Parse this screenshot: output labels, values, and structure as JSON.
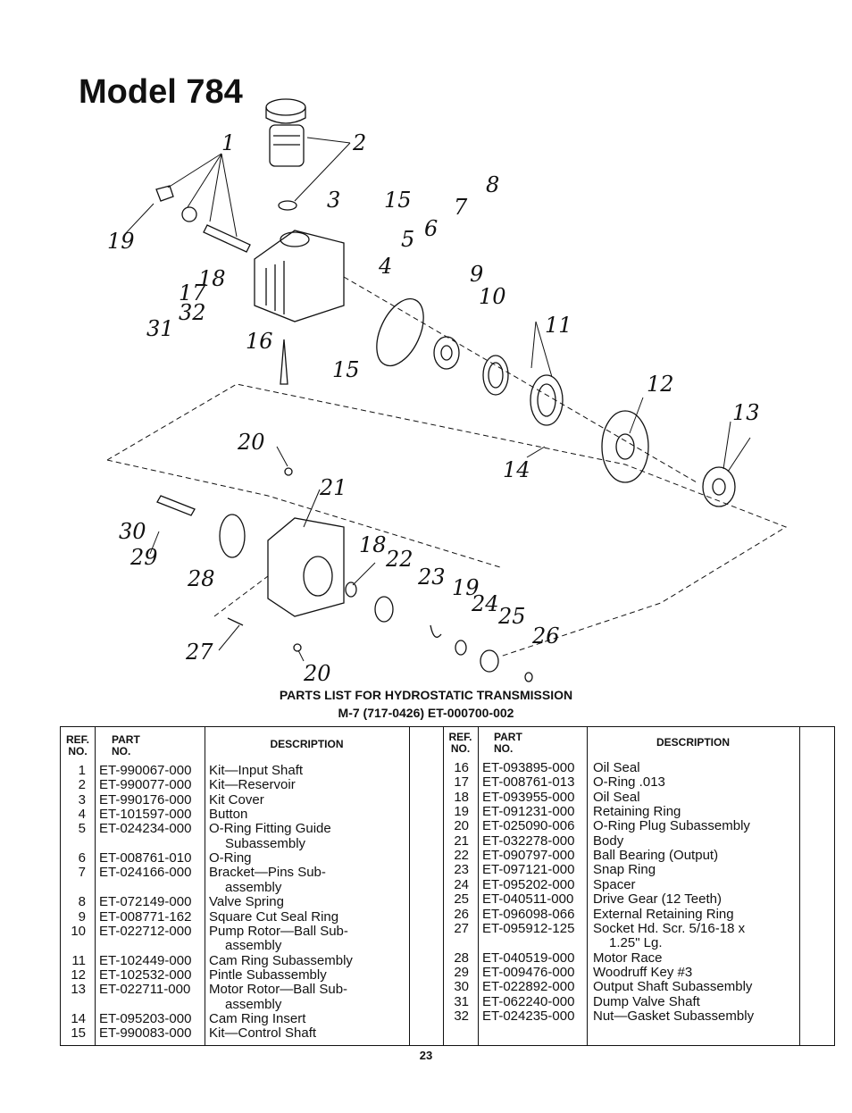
{
  "title": "Model 784",
  "diagram_labels": [
    "1",
    "2",
    "3",
    "15",
    "7",
    "8",
    "19",
    "5",
    "6",
    "4",
    "9",
    "18",
    "10",
    "17",
    "32",
    "31",
    "16",
    "11",
    "15",
    "12",
    "13",
    "20",
    "14",
    "21",
    "30",
    "29",
    "18",
    "22",
    "28",
    "23",
    "19",
    "24",
    "25",
    "26",
    "27",
    "20"
  ],
  "parts_list_title": "PARTS LIST FOR HYDROSTATIC TRANSMISSION",
  "parts_list_subtitle": "M-7 (717-0426) ET-000700-002",
  "headers": {
    "ref_no": [
      "REF.",
      "NO."
    ],
    "part_no": [
      "PART",
      "NO."
    ],
    "description": "DESCRIPTION"
  },
  "left_parts": [
    {
      "ref": "1",
      "part": "ET-990067-000",
      "desc": [
        "Kit—Input Shaft"
      ]
    },
    {
      "ref": "2",
      "part": "ET-990077-000",
      "desc": [
        "Kit—Reservoir"
      ]
    },
    {
      "ref": "3",
      "part": "ET-990176-000",
      "desc": [
        "Kit Cover"
      ]
    },
    {
      "ref": "4",
      "part": "ET-101597-000",
      "desc": [
        "Button"
      ]
    },
    {
      "ref": "5",
      "part": "ET-024234-000",
      "desc": [
        "O-Ring Fitting Guide",
        "Subassembly"
      ]
    },
    {
      "ref": "6",
      "part": "ET-008761-010",
      "desc": [
        "O-Ring"
      ]
    },
    {
      "ref": "7",
      "part": "ET-024166-000",
      "desc": [
        "Bracket—Pins Sub-",
        "assembly"
      ]
    },
    {
      "ref": "8",
      "part": "ET-072149-000",
      "desc": [
        "Valve Spring"
      ]
    },
    {
      "ref": "9",
      "part": "ET-008771-162",
      "desc": [
        "Square Cut Seal Ring"
      ]
    },
    {
      "ref": "10",
      "part": "ET-022712-000",
      "desc": [
        "Pump Rotor—Ball Sub-",
        "assembly"
      ]
    },
    {
      "ref": "11",
      "part": "ET-102449-000",
      "desc": [
        "Cam Ring Subassembly"
      ]
    },
    {
      "ref": "12",
      "part": "ET-102532-000",
      "desc": [
        "Pintle Subassembly"
      ]
    },
    {
      "ref": "13",
      "part": "ET-022711-000",
      "desc": [
        "Motor Rotor—Ball Sub-",
        "assembly"
      ]
    },
    {
      "ref": "14",
      "part": "ET-095203-000",
      "desc": [
        "Cam Ring Insert"
      ]
    },
    {
      "ref": "15",
      "part": "ET-990083-000",
      "desc": [
        "Kit—Control Shaft"
      ]
    }
  ],
  "right_parts": [
    {
      "ref": "16",
      "part": "ET-093895-000",
      "desc": [
        "Oil Seal"
      ]
    },
    {
      "ref": "17",
      "part": "ET-008761-013",
      "desc": [
        "O-Ring .013"
      ]
    },
    {
      "ref": "18",
      "part": "ET-093955-000",
      "desc": [
        "Oil Seal"
      ]
    },
    {
      "ref": "19",
      "part": "ET-091231-000",
      "desc": [
        "Retaining Ring"
      ]
    },
    {
      "ref": "20",
      "part": "ET-025090-006",
      "desc": [
        "O-Ring Plug Subassembly"
      ]
    },
    {
      "ref": "21",
      "part": "ET-032278-000",
      "desc": [
        "Body"
      ]
    },
    {
      "ref": "22",
      "part": "ET-090797-000",
      "desc": [
        "Ball Bearing (Output)"
      ]
    },
    {
      "ref": "23",
      "part": "ET-097121-000",
      "desc": [
        "Snap Ring"
      ]
    },
    {
      "ref": "24",
      "part": "ET-095202-000",
      "desc": [
        "Spacer"
      ]
    },
    {
      "ref": "25",
      "part": "ET-040511-000",
      "desc": [
        "Drive Gear (12 Teeth)"
      ]
    },
    {
      "ref": "26",
      "part": "ET-096098-066",
      "desc": [
        "External Retaining Ring"
      ]
    },
    {
      "ref": "27",
      "part": "ET-095912-125",
      "desc": [
        "Socket Hd. Scr. 5/16-18 x",
        "1.25\" Lg."
      ]
    },
    {
      "ref": "28",
      "part": "ET-040519-000",
      "desc": [
        "Motor Race"
      ]
    },
    {
      "ref": "29",
      "part": "ET-009476-000",
      "desc": [
        "Woodruff Key #3"
      ]
    },
    {
      "ref": "30",
      "part": "ET-022892-000",
      "desc": [
        "Output Shaft Subassembly"
      ]
    },
    {
      "ref": "31",
      "part": "ET-062240-000",
      "desc": [
        "Dump Valve Shaft"
      ]
    },
    {
      "ref": "32",
      "part": "ET-024235-000",
      "desc": [
        "Nut—Gasket Subassembly"
      ]
    }
  ],
  "page_number": "23"
}
